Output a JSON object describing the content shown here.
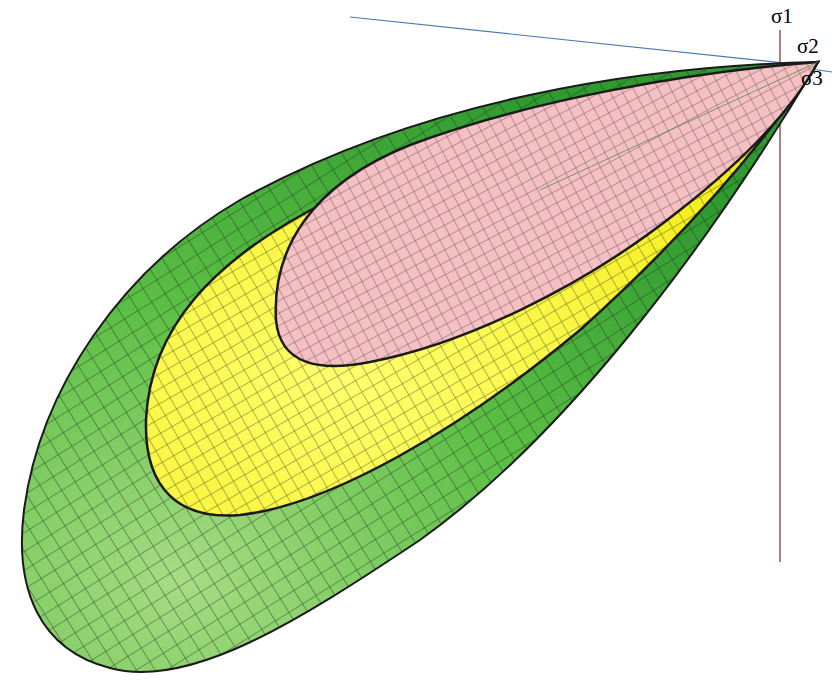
{
  "diagram": {
    "labels": [
      "σ1",
      "σ2",
      "σ3"
    ]
  }
}
